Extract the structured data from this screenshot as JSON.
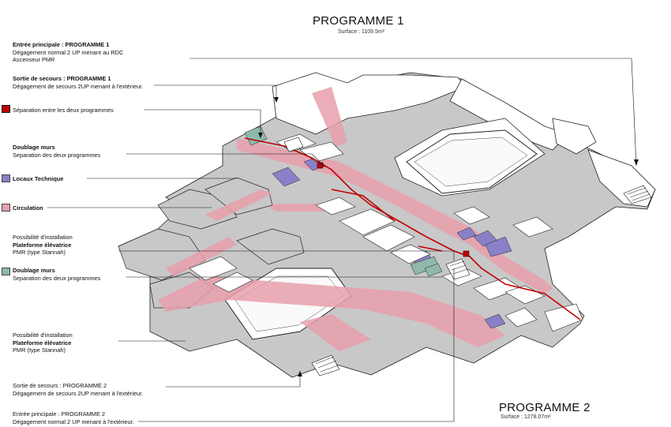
{
  "programme1": {
    "title": "PROGRAMME 1",
    "surface": "Surface : 1109.5m²"
  },
  "programme2": {
    "title": "PROGRAMME 2",
    "surface": "Surface : 1278.07m²"
  },
  "colors": {
    "separation": "#c00000",
    "technique": "#8a80c8",
    "circulation": "#e8a0ac",
    "doublage_teal": "#8fb8ac",
    "floor_gray": "#c8c8c8"
  },
  "legend": {
    "entree1": {
      "title": "Entrée principale : PROGRAMME 1",
      "line1": "Dégagement normal 2 UP menant au RDC",
      "line2": "Ascenseur PMR"
    },
    "sortie1": {
      "title": "Sortie de secours : PROGRAMME 1",
      "line1": "Dégagement de secours 2UP menant à l'extérieur."
    },
    "separation": {
      "label": "Séparation entre les deux programmes"
    },
    "doublage1": {
      "title": "Doublage murs",
      "line1": "Separation des deux programmes"
    },
    "technique": {
      "label": "Locaux Technique"
    },
    "circulation": {
      "label": "Circulation"
    },
    "plateforme1": {
      "line1": "Possibilité d'installation",
      "line2": "Plateforme élévatrice",
      "line3": "PMR (type Stannah)"
    },
    "doublage2": {
      "title": "Doublage murs",
      "line1": "Separation des deux programmes"
    },
    "plateforme2": {
      "line1": "Possibilité d'installation",
      "line2": "Plateforme élévatrice",
      "line3": "PMR (type Stannah)"
    },
    "sortie2": {
      "title": "Sortie de secours : PROGRAMME 2",
      "line1": "Dégagement de secours 2UP menant à l'extérieur."
    },
    "entree2": {
      "title": "Entrée principale : PROGRAMME 2",
      "line1": "Dégagement normal 2 UP menant à l'extérieur."
    }
  }
}
